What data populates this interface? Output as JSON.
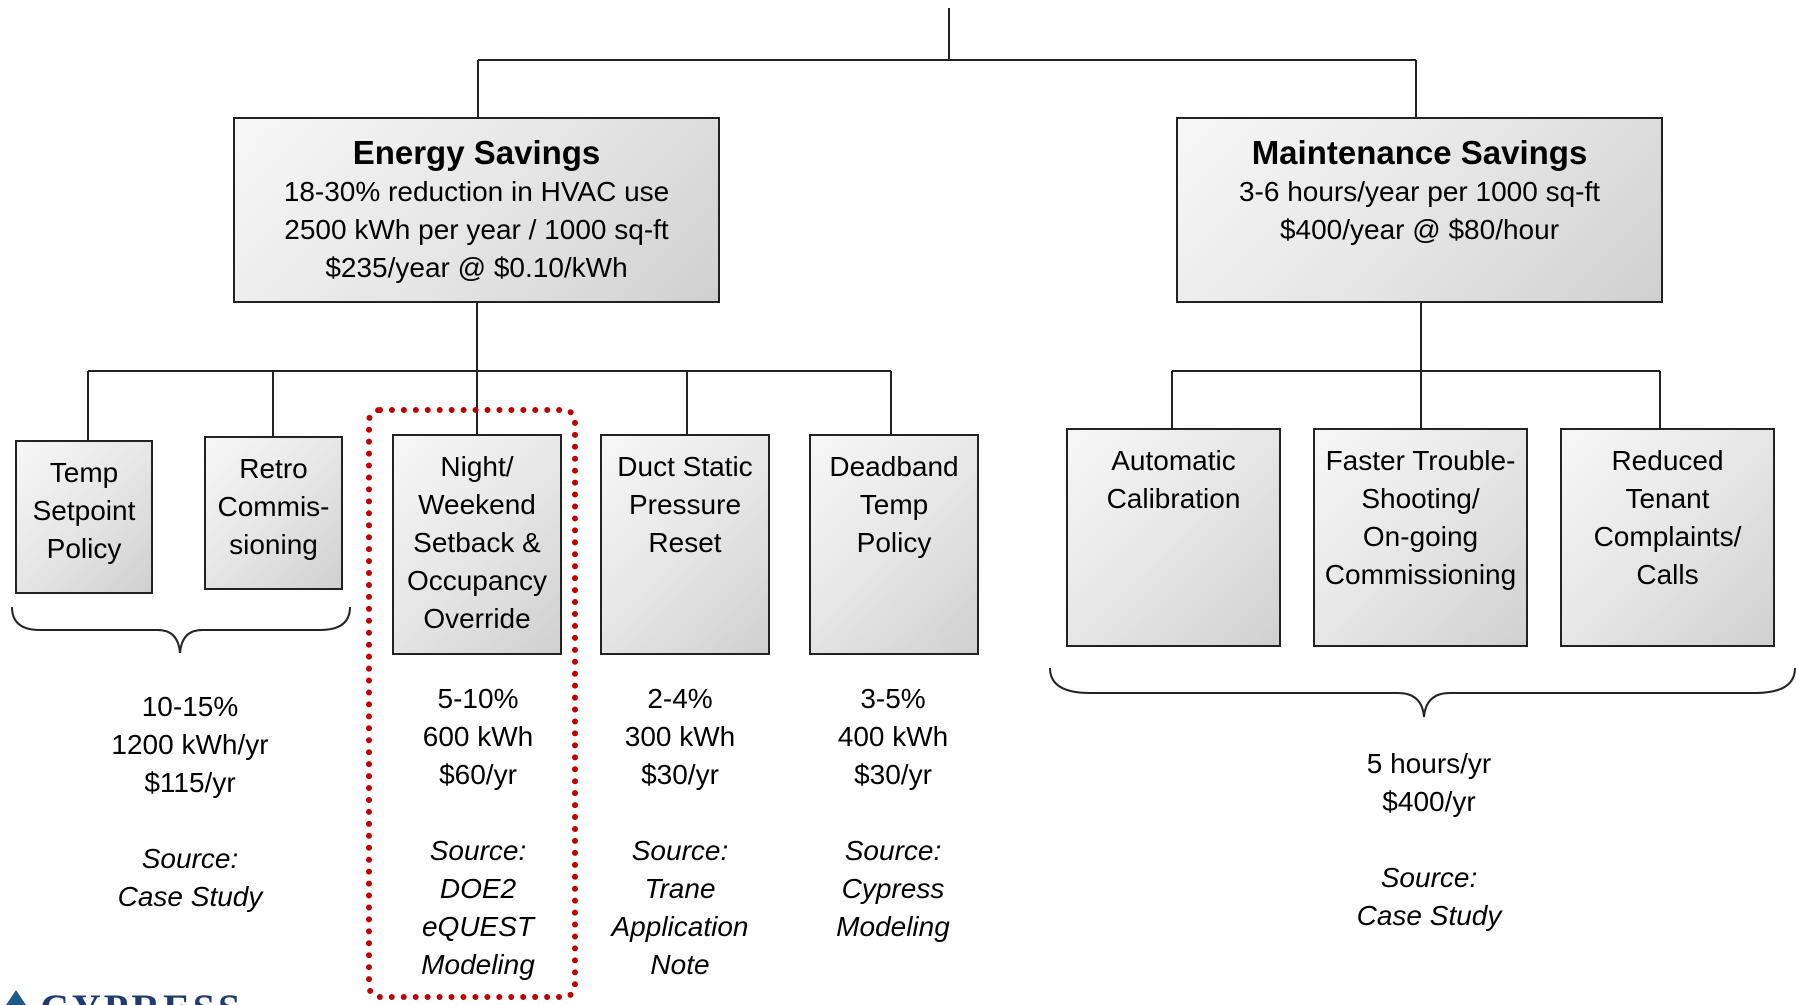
{
  "energy": {
    "title": "Energy Savings",
    "lines": [
      "18-30% reduction in HVAC use",
      "2500 kWh per year / 1000 sq-ft",
      "$235/year @ $0.10/kWh"
    ]
  },
  "maintenance": {
    "title": "Maintenance Savings",
    "lines": [
      "3-6 hours/year per 1000 sq-ft",
      "$400/year @ $80/hour"
    ]
  },
  "energy_items": [
    {
      "lines": [
        "Temp",
        "Setpoint",
        "Policy"
      ]
    },
    {
      "lines": [
        "Retro",
        "Commis-",
        "sioning"
      ]
    },
    {
      "lines": [
        "Night/",
        "Weekend",
        "Setback &",
        "Occupancy",
        "Override"
      ]
    },
    {
      "lines": [
        "Duct Static",
        "Pressure",
        "Reset"
      ]
    },
    {
      "lines": [
        "Deadband",
        "Temp",
        "Policy"
      ]
    }
  ],
  "maintenance_items": [
    {
      "lines": [
        "Automatic",
        "Calibration"
      ]
    },
    {
      "lines": [
        "Faster Trouble-",
        "Shooting/",
        "On-going",
        "Commissioning"
      ]
    },
    {
      "lines": [
        "Reduced",
        "Tenant",
        "Complaints/",
        "Calls"
      ]
    }
  ],
  "stats": {
    "group1": {
      "values": [
        "10-15%",
        "1200 kWh/yr",
        "$115/yr"
      ],
      "source": [
        "Source:",
        "Case Study"
      ]
    },
    "night": {
      "values": [
        "5-10%",
        "600 kWh",
        "$60/yr"
      ],
      "source": [
        "Source:",
        "DOE2",
        "eQUEST",
        "Modeling"
      ]
    },
    "duct": {
      "values": [
        "2-4%",
        "300 kWh",
        "$30/yr"
      ],
      "source": [
        "Source:",
        "Trane",
        "Application",
        "Note"
      ]
    },
    "deadband": {
      "values": [
        "3-5%",
        "400 kWh",
        "$30/yr"
      ],
      "source": [
        "Source:",
        "Cypress",
        "Modeling"
      ]
    },
    "maint": {
      "values": [
        "5 hours/yr",
        "$400/yr"
      ],
      "source": [
        "Source:",
        "Case Study"
      ]
    }
  },
  "logo": {
    "text": "CYPRESS"
  },
  "colors": {
    "highlight": "#c00000",
    "lines": "#222222"
  }
}
